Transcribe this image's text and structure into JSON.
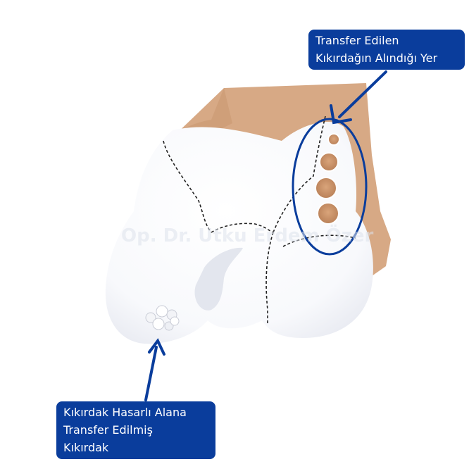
{
  "callouts": {
    "donor_site": {
      "lines": [
        "Transfer Edilen",
        "Kıkırdağın Alındığı Yer"
      ]
    },
    "transplanted": {
      "lines": [
        "Kıkırdak Hasarlı Alana",
        "Transfer Edilmiş",
        "Kıkırdak"
      ]
    }
  },
  "watermark": "Op. Dr. Utku Erdem Özer",
  "colors": {
    "bone": "#d7a985",
    "bone_shadow": "#c8976f",
    "cartilage": "#ffffff",
    "cartilage_shade": "#eceef4",
    "donor_hole": "#c9956b",
    "callout_bg": "#0a3d9c",
    "arrow": "#0a3d9c",
    "highlight_ellipse": "#0a3d9c",
    "dashed_line": "#222222"
  }
}
